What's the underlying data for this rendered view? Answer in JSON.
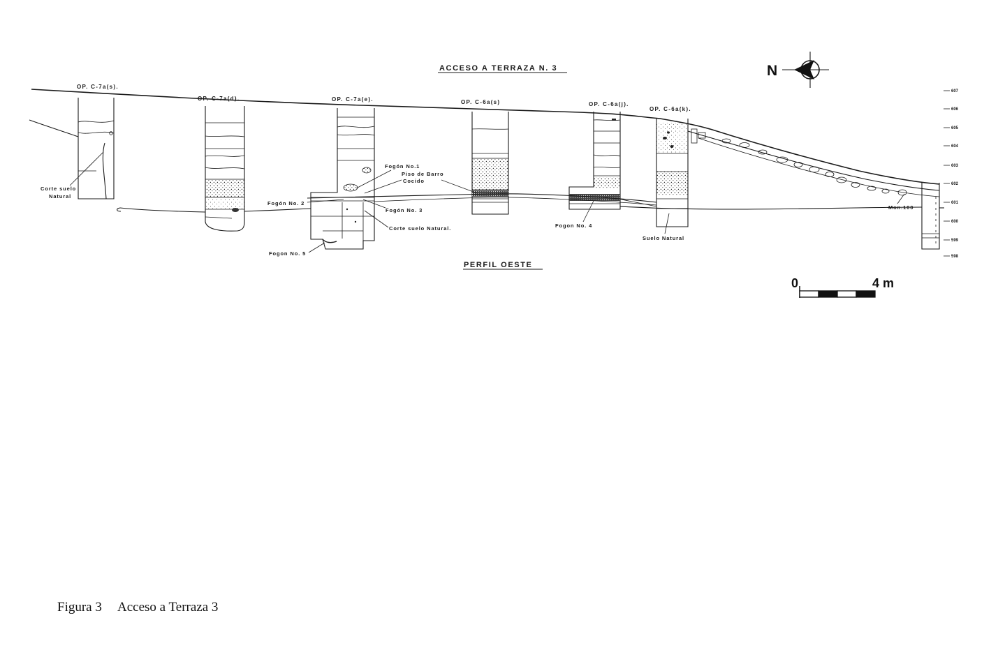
{
  "title": "ACCESO A TERRAZA N. 3",
  "north_label": "N",
  "profile_label": "PERFIL OESTE",
  "operations": [
    "OP. C-7a(s).",
    "OP. C-7a(d).",
    "OP. C-7a(e).",
    "OP. C-6a(s)",
    "OP. C-6a(j).",
    "OP. C-6a(k)."
  ],
  "labels": {
    "corte_suelo_left": [
      "Corte suelo",
      "Natural"
    ],
    "fogon_1": "Fogón No.1",
    "piso_barro": [
      "Piso de Barro",
      "Cocido"
    ],
    "fogon_2": "Fogón No. 2",
    "fogon_3": "Fogón No. 3",
    "corte_suelo_center": "Corte suelo Natural.",
    "fogon_5": "Fogon No. 5",
    "fogon_4": "Fogon No. 4",
    "suelo_natural": "Suelo Natural",
    "mon_100": "Mon.100"
  },
  "elevations": [
    "607",
    "606",
    "605",
    "604",
    "603",
    "602",
    "601",
    "600",
    "599",
    "598"
  ],
  "scale": {
    "start": "0",
    "end": "4 m"
  },
  "caption": {
    "figure": "Figura 3",
    "title": "Acceso a Terraza 3"
  },
  "colors": {
    "ink": "#1a1a1a",
    "background": "#ffffff"
  }
}
